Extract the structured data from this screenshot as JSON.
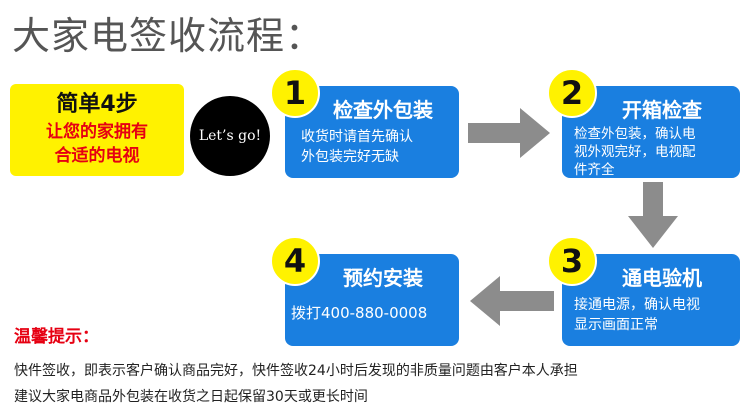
{
  "title": "大家电签收流程：",
  "intro": {
    "line1": "简单4步",
    "line2": "让您的家拥有",
    "line3": "合适的电视"
  },
  "go_label": "Let’s go!",
  "steps": [
    {
      "number": "1",
      "title": "检查外包装",
      "text_lines": [
        "收货时请首先确认",
        "外包装完好无缺"
      ]
    },
    {
      "number": "2",
      "title": "开箱检查",
      "text_lines": [
        "检查外包装，确认电",
        "视外观完好，电视配",
        "件齐全"
      ]
    },
    {
      "number": "3",
      "title": "通电验机",
      "text_lines": [
        "接通电源，确认电视",
        "显示画面正常"
      ]
    },
    {
      "number": "4",
      "title": "预约安装",
      "text_lines": [
        "拨打400-880-0008"
      ]
    }
  ],
  "notice": {
    "title": "温馨提示：",
    "lines": [
      "快件签收，即表示客户确认商品完好，快件签收24小时后发现的非质量问题由客户本人承担",
      "建议大家电商品外包装在收货之日起保留30天或更长时间"
    ]
  },
  "colors": {
    "card_blue": "#1a7fe0",
    "badge_yellow": "#fff200",
    "arrow_gray": "#8c8c8c",
    "accent_red": "#e60012"
  }
}
